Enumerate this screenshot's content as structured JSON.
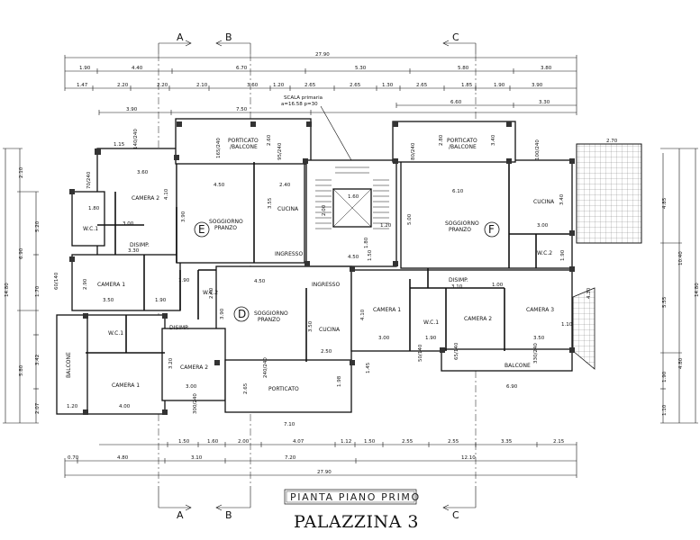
{
  "title": "PIANTA PIANO PRIMO",
  "building": "PALAZZINA 3",
  "sections": {
    "a": "A",
    "b": "B",
    "c": "C"
  },
  "units": {
    "e": "E",
    "d": "D",
    "f": "F"
  },
  "stair_label": "SCALA primaria",
  "stair_data": "a=16.58 p=30",
  "dims_top": {
    "total": "27.90",
    "row1": [
      "1.90",
      "4.40",
      "6.70",
      "5.30",
      "5.80",
      "3.80"
    ],
    "row2": [
      "1.47",
      "2.20",
      "2.20",
      "2.10",
      "3.60",
      "1.20",
      "2.65",
      "2.65",
      "1.30",
      "2.65",
      "1.85",
      "1.90",
      "3.90"
    ],
    "row3": [
      "3.90",
      "7.50",
      "6.60",
      "3.30"
    ]
  },
  "dims_bottom": {
    "row1": [
      "1.50",
      "1.60",
      "2.00",
      "4.07",
      "1.12",
      "1.50",
      "2.55",
      "2.55",
      "3.35",
      "2.15"
    ],
    "row2": [
      "0.70",
      "4.80",
      "3.10",
      "7.20",
      "12.10"
    ],
    "total": "27.90"
  },
  "dims_left": {
    "outer": "14.80",
    "a": "2.10",
    "b": "6.90",
    "c": "5.80",
    "d": "5.20",
    "e": "1.70",
    "f": "3.42",
    "g": "2.07"
  },
  "dims_right": {
    "outer": "14.80",
    "a": "4.85",
    "b": "5.55",
    "c": "10.40",
    "d": "1.10",
    "e": "1.90",
    "f": "4.80"
  },
  "rooms": {
    "camera2_w": "CAMERA 2",
    "camera1_w": "CAMERA 1",
    "wc1_w": "W.C.1",
    "camera1_sw": "CAMERA 1",
    "wc1_sw": "W.C.1",
    "disimp_w": "DISIMP.",
    "balcone_w": "BALCONE",
    "soggiorno_e": "SOGGIORNO",
    "pranzo_e": "PRANZO",
    "cucina_e": "CUCINA",
    "ingresso_e": "INGRESSO",
    "porticato_e": "PORTICATO",
    "balcone_e": "/BALCONE",
    "wc2_e": "W.C.2",
    "disimp_d": "DISIMP.",
    "camera2_d": "CAMERA 2",
    "soggiorno_d": "SOGGIORNO",
    "pranzo_d": "PRANZO",
    "cucina_d": "CUCINA",
    "ingresso_d": "INGRESSO",
    "porticato_d": "PORTICATO",
    "porticato_f": "PORTICATO",
    "balcone_f": "/BALCONE",
    "soggiorno_f": "SOGGIORNO",
    "pranzo_f": "PRANZO",
    "cucina_f": "CUCINA",
    "wc2_f": "W.C.2",
    "disimp_f": "DISIMP.",
    "camera1_f": "CAMERA 1",
    "wc1_f": "W.C.1",
    "camera2_f": "CAMERA 2",
    "camera3_f": "CAMERA 3",
    "balcone_fs": "BALCONE"
  },
  "room_dims": {
    "r1": "1.15",
    "r2": "3.60",
    "r3": "4.10",
    "r4": "1.80",
    "r5": "3.90",
    "r6": "3.50",
    "r7": "1.90",
    "r8": "3.30",
    "r9": "2.90",
    "r10": "4.00",
    "r11": "4.50",
    "r12": "2.40",
    "r13": "3.55",
    "r14": "4.50",
    "r15": "1.80",
    "r16": "1.60",
    "r17": "2.00",
    "r18": "1.20",
    "r19": "4.50",
    "r20": "3.90",
    "r21": "3.50",
    "r22": "2.50",
    "r23": "3.00",
    "r24": "3.20",
    "r25": "7.10",
    "r26": "6.10",
    "r27": "5.00",
    "r28": "3.00",
    "r29": "3.40",
    "r30": "3.10",
    "r31": "1.00",
    "r32": "4.10",
    "r33": "3.00",
    "r34": "1.90",
    "r35": "3.50",
    "r36": "6.90",
    "r37": "2.70",
    "r38": "4.30",
    "r39": "2.40",
    "r40": "2.65",
    "r41": "1.98",
    "r42": "1.45",
    "r43": "1.20",
    "r44": "1.10",
    "r45": "2.60",
    "r46": "2.80",
    "r47": "3.40",
    "r48": "3.00",
    "r49": "1.90",
    "r50": "1.90",
    "r51": "1.50"
  },
  "openings": [
    "165/240",
    "140/240",
    "95/240",
    "100/240",
    "80/240",
    "70/240",
    "50/140",
    "65/140",
    "60/140",
    "330/240",
    "240/240",
    "300/240"
  ]
}
